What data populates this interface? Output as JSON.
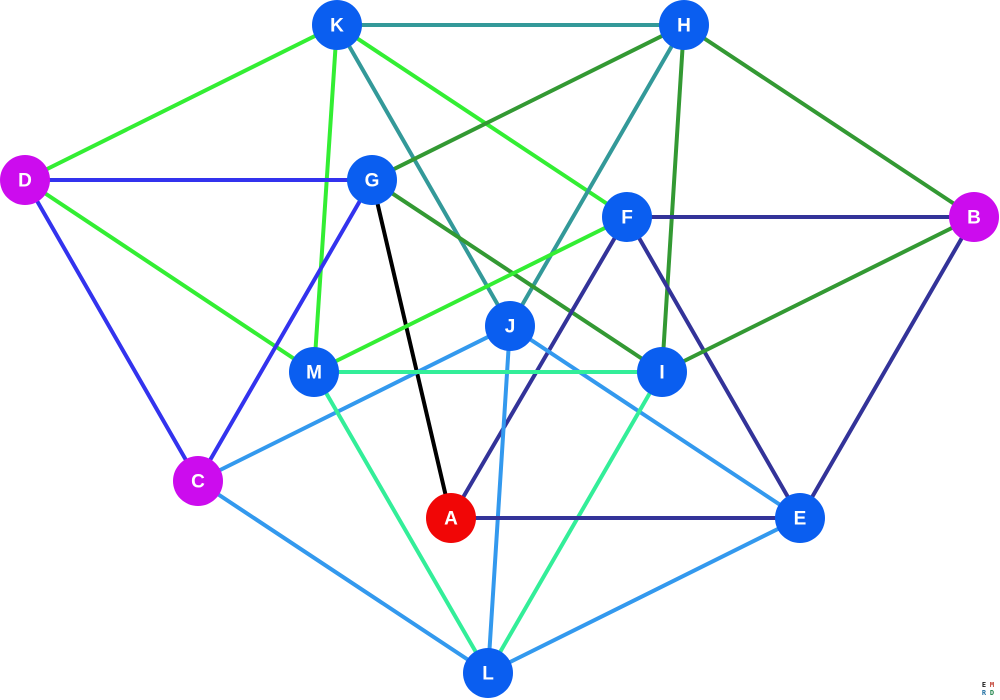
{
  "colors": {
    "node_default": "#0a5ef0",
    "node_magenta": "#cc0cee",
    "node_red": "#f10606",
    "edge_light_green": "#33ee33",
    "edge_dark_green": "#339933",
    "edge_teal": "#339999",
    "edge_blue": "#3333ee",
    "edge_navy": "#333399",
    "edge_sky": "#3399ee",
    "edge_aqua": "#33ee99",
    "edge_black": "#000000"
  },
  "nodes": [
    {
      "id": "K",
      "label": "K",
      "color": "node_default"
    },
    {
      "id": "H",
      "label": "H",
      "color": "node_default"
    },
    {
      "id": "D",
      "label": "D",
      "color": "node_magenta"
    },
    {
      "id": "G",
      "label": "G",
      "color": "node_default"
    },
    {
      "id": "F",
      "label": "F",
      "color": "node_default"
    },
    {
      "id": "B",
      "label": "B",
      "color": "node_magenta"
    },
    {
      "id": "J",
      "label": "J",
      "color": "node_default"
    },
    {
      "id": "M",
      "label": "M",
      "color": "node_default"
    },
    {
      "id": "I",
      "label": "I",
      "color": "node_default"
    },
    {
      "id": "C",
      "label": "C",
      "color": "node_magenta"
    },
    {
      "id": "A",
      "label": "A",
      "color": "node_red"
    },
    {
      "id": "E",
      "label": "E",
      "color": "node_default"
    },
    {
      "id": "L",
      "label": "L",
      "color": "node_default"
    }
  ],
  "edges": [
    {
      "from": "K",
      "to": "H",
      "color": "edge_teal"
    },
    {
      "from": "K",
      "to": "D",
      "color": "edge_light_green"
    },
    {
      "from": "K",
      "to": "M",
      "color": "edge_light_green"
    },
    {
      "from": "K",
      "to": "F",
      "color": "edge_light_green"
    },
    {
      "from": "K",
      "to": "J",
      "color": "edge_teal"
    },
    {
      "from": "H",
      "to": "G",
      "color": "edge_dark_green"
    },
    {
      "from": "H",
      "to": "J",
      "color": "edge_teal"
    },
    {
      "from": "H",
      "to": "I",
      "color": "edge_dark_green"
    },
    {
      "from": "H",
      "to": "B",
      "color": "edge_dark_green"
    },
    {
      "from": "D",
      "to": "G",
      "color": "edge_blue"
    },
    {
      "from": "D",
      "to": "M",
      "color": "edge_light_green"
    },
    {
      "from": "D",
      "to": "C",
      "color": "edge_blue"
    },
    {
      "from": "G",
      "to": "C",
      "color": "edge_blue"
    },
    {
      "from": "G",
      "to": "A",
      "color": "edge_black"
    },
    {
      "from": "G",
      "to": "I",
      "color": "edge_dark_green"
    },
    {
      "from": "F",
      "to": "B",
      "color": "edge_navy"
    },
    {
      "from": "F",
      "to": "M",
      "color": "edge_light_green"
    },
    {
      "from": "F",
      "to": "A",
      "color": "edge_navy"
    },
    {
      "from": "F",
      "to": "E",
      "color": "edge_navy"
    },
    {
      "from": "B",
      "to": "I",
      "color": "edge_dark_green"
    },
    {
      "from": "B",
      "to": "E",
      "color": "edge_navy"
    },
    {
      "from": "J",
      "to": "C",
      "color": "edge_sky"
    },
    {
      "from": "J",
      "to": "E",
      "color": "edge_sky"
    },
    {
      "from": "J",
      "to": "L",
      "color": "edge_sky"
    },
    {
      "from": "M",
      "to": "I",
      "color": "edge_aqua"
    },
    {
      "from": "M",
      "to": "L",
      "color": "edge_aqua"
    },
    {
      "from": "I",
      "to": "L",
      "color": "edge_aqua"
    },
    {
      "from": "C",
      "to": "L",
      "color": "edge_sky"
    },
    {
      "from": "A",
      "to": "E",
      "color": "edge_navy"
    },
    {
      "from": "E",
      "to": "L",
      "color": "edge_sky"
    }
  ],
  "logo": {
    "letters": [
      "E",
      "M",
      "R",
      "D"
    ]
  }
}
